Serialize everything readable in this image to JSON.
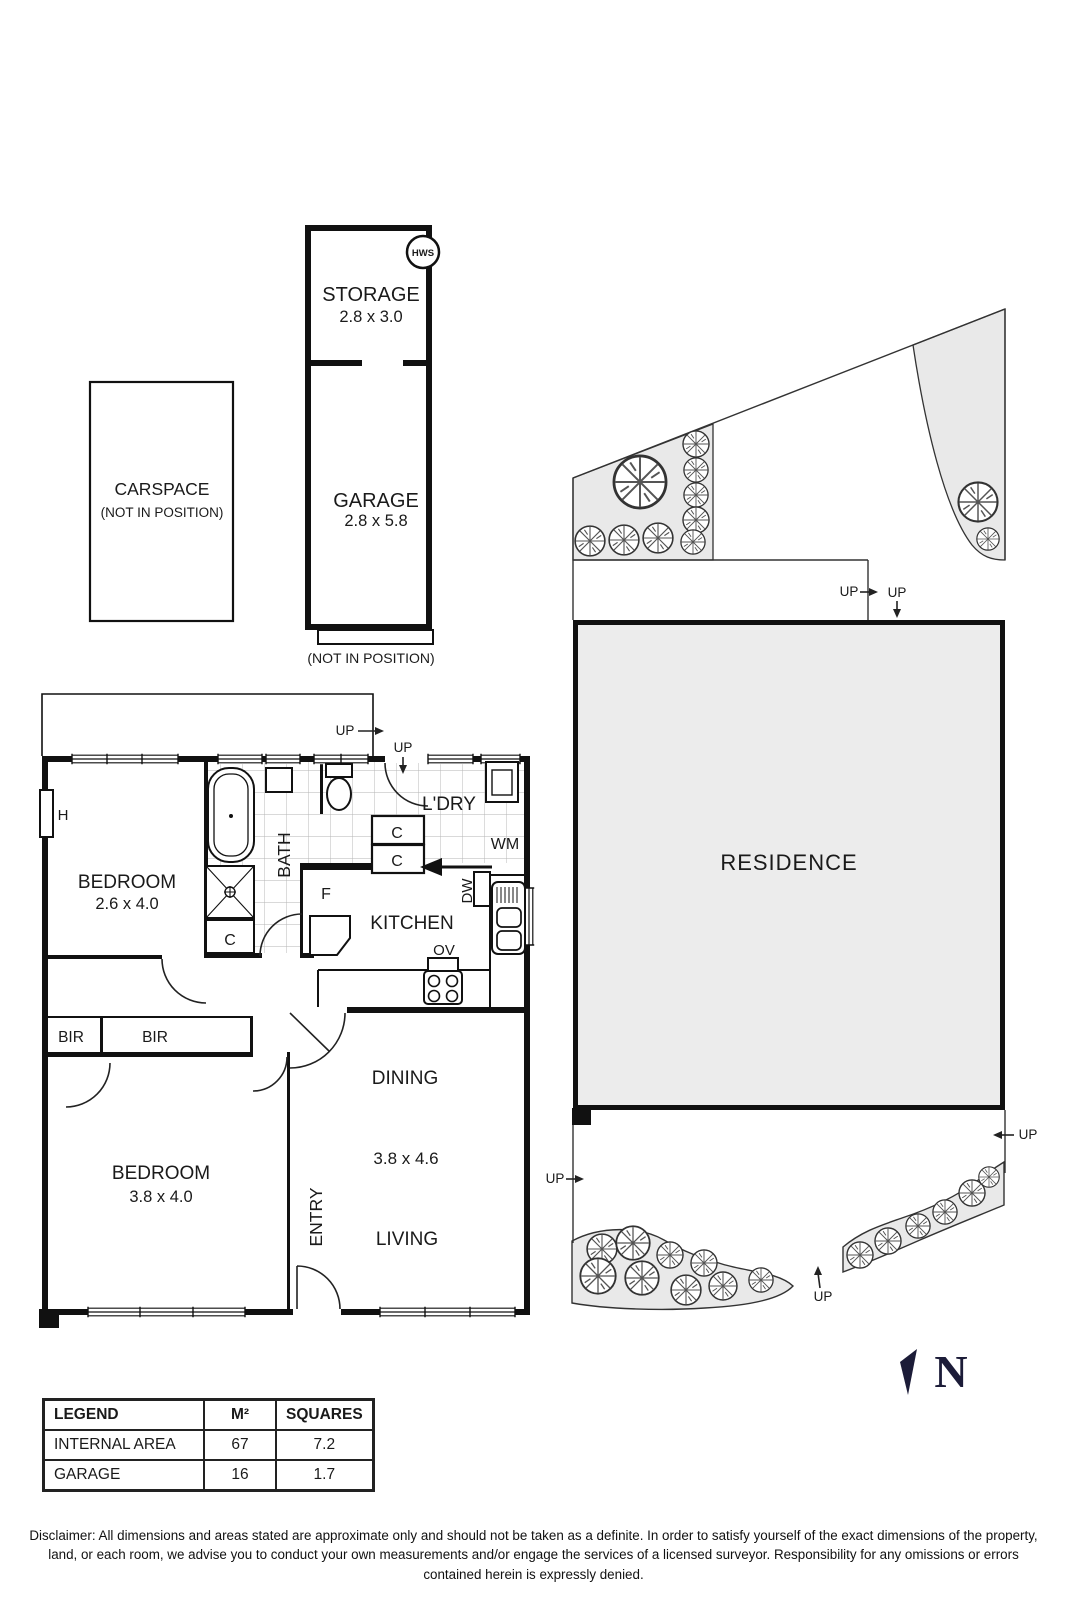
{
  "labels": {
    "storage": "STORAGE",
    "storage_dims": "2.8 x 3.0",
    "hws": "HWS",
    "garage": "GARAGE",
    "garage_dims": "2.8 x 5.8",
    "not_in_position": "(NOT IN POSITION)",
    "carspace": "CARSPACE",
    "residence": "RESIDENCE",
    "bedroom": "BEDROOM",
    "bedroom1_dims": "2.6 x 4.0",
    "bedroom2_dims": "3.8 x 4.0",
    "bath": "BATH",
    "ldry": "L'DRY",
    "wm": "WM",
    "dw": "DW",
    "ov": "OV",
    "f": "F",
    "h": "H",
    "c": "C",
    "bir": "BIR",
    "kitchen": "KITCHEN",
    "dining": "DINING",
    "living": "LIVING",
    "entry": "ENTRY",
    "living_dining_dims": "3.8 x 4.6",
    "up": "UP",
    "north": "N"
  },
  "legend": {
    "headers": [
      "LEGEND",
      "M²",
      "SQUARES"
    ],
    "rows": [
      [
        "INTERNAL AREA",
        "67",
        "7.2"
      ],
      [
        "GARAGE",
        "16",
        "1.7"
      ]
    ]
  },
  "disclaimer": "Disclaimer: All dimensions and areas stated are approximate only and should not be taken as a definite. In order to satisfy yourself of the exact dimensions of the property, land, or each room, we advise you to conduct your own measurements and/or engage the services of a licensed surveyor. Responsibility for any omissions or errors contained herein is expressly denied."
}
